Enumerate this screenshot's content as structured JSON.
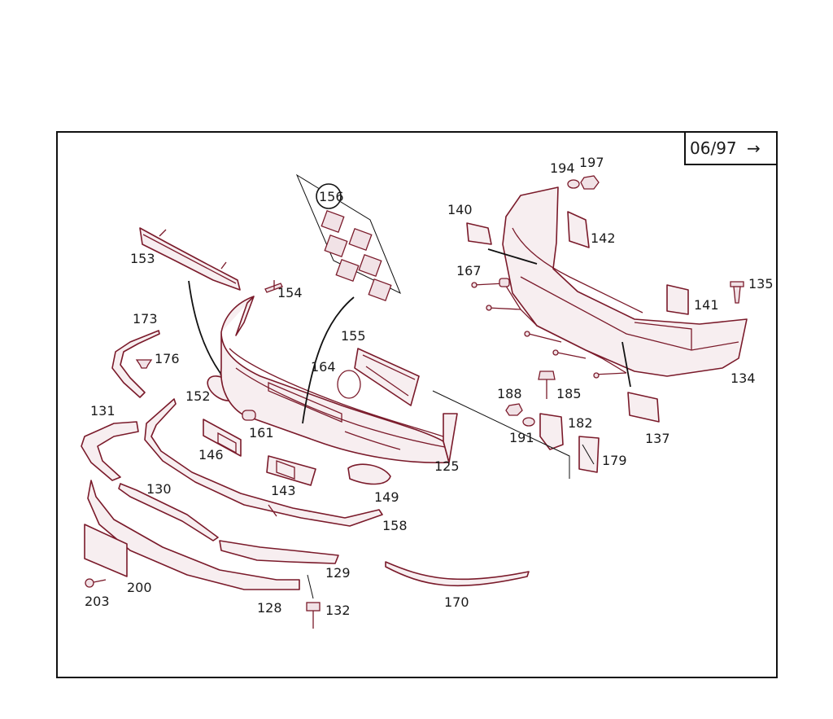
{
  "diagram": {
    "date_code": "06/97",
    "date_arrow": "→",
    "labels": {
      "l125": "125",
      "l128": "128",
      "l129": "129",
      "l130": "130",
      "l131": "131",
      "l132": "132",
      "l134": "134",
      "l135": "135",
      "l137": "137",
      "l140": "140",
      "l141": "141",
      "l142": "142",
      "l143": "143",
      "l146": "146",
      "l149": "149",
      "l152": "152",
      "l153": "153",
      "l154": "154",
      "l155": "155",
      "l156": "156",
      "l158": "158",
      "l161": "161",
      "l164": "164",
      "l167": "167",
      "l170": "170",
      "l173": "173",
      "l176": "176",
      "l179": "179",
      "l182": "182",
      "l185": "185",
      "l188": "188",
      "l191": "191",
      "l194": "194",
      "l197": "197",
      "l200": "200",
      "l203": "203"
    },
    "colors": {
      "outline": "#7a1a2a",
      "fill": "#f7eef0",
      "text": "#1a1a1a"
    }
  }
}
